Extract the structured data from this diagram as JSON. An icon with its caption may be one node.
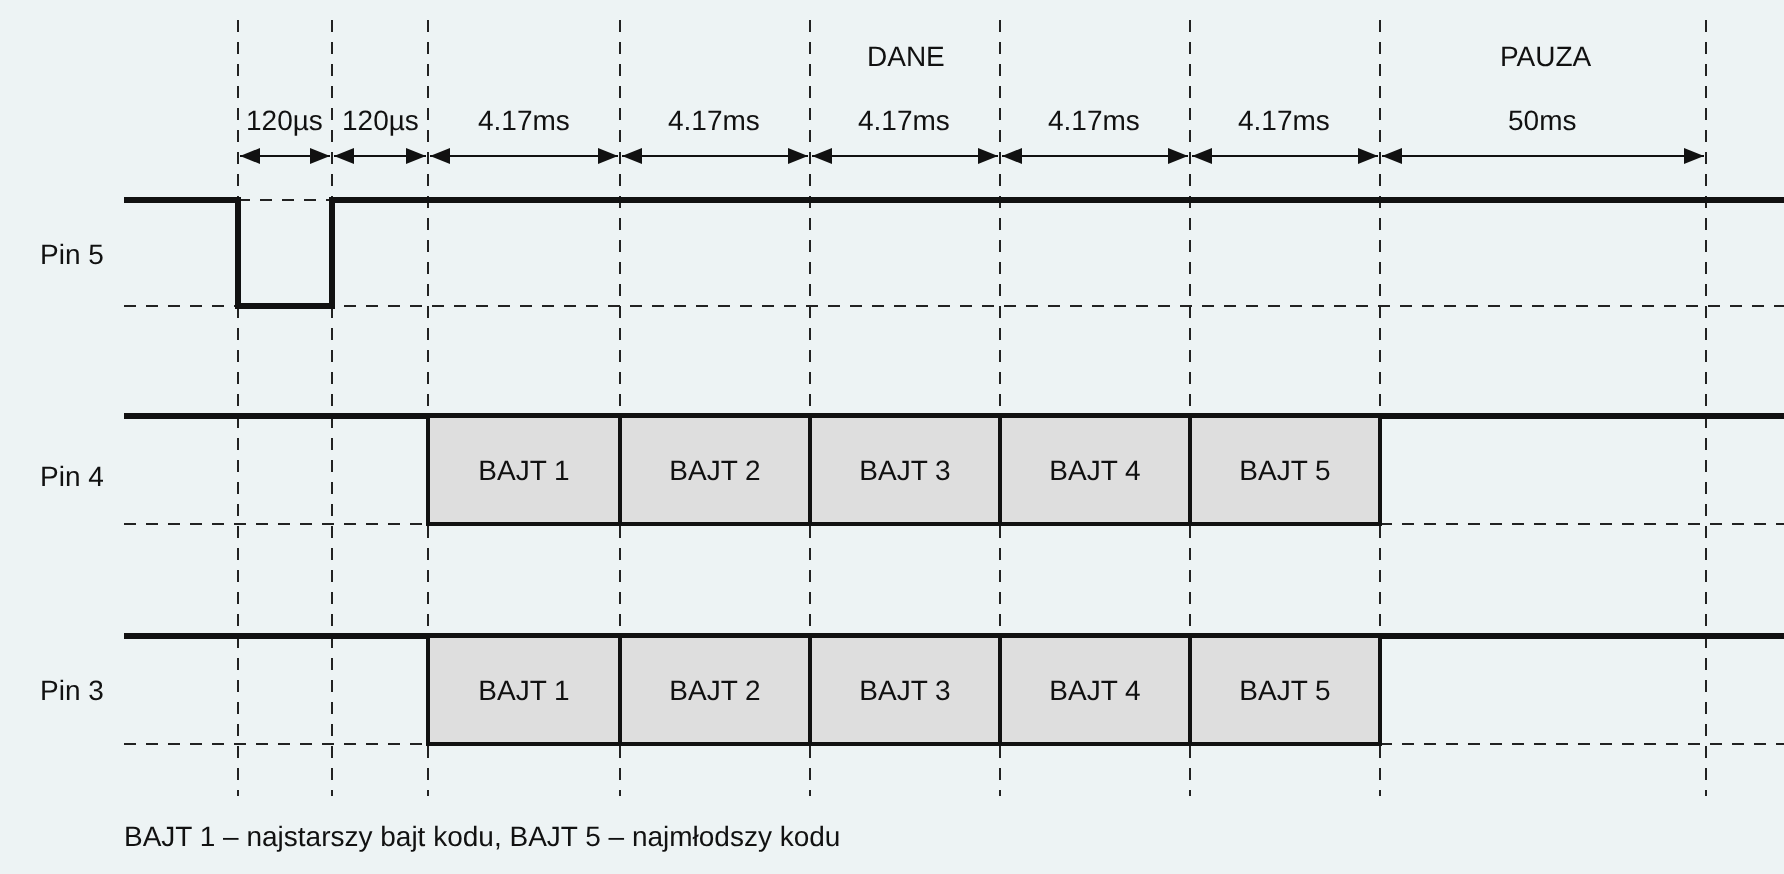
{
  "diagram": {
    "caption": "BAJT 1 – najstarszy bajt kodu, BAJT 5 – najmłodszy kodu",
    "nodes": [
      {
        "text": [
          "BAJT 1"
        ]
      },
      {
        "text": [
          "BAJT 2"
        ]
      },
      {
        "text": [
          "BAJT 3"
        ]
      },
      {
        "text": [
          "BAJT 4"
        ]
      },
      {
        "text": [
          "BAJT 5"
        ]
      },
      {
        "text": [
          "BAJT 1"
        ]
      },
      {
        "text": [
          "BAJT 2"
        ]
      },
      {
        "text": [
          "BAJT 3"
        ]
      },
      {
        "text": [
          "BAJT 4"
        ]
      },
      {
        "text": [
          "BAJT 5"
        ]
      }
    ],
    "edges": [],
    "labels": [
      "DANE",
      "PAUZA",
      "120µs",
      "120µs",
      "4.17ms",
      "4.17ms",
      "4.17ms",
      "4.17ms",
      "4.17ms",
      "50ms",
      "Pin 5",
      "Pin 4",
      "Pin 3"
    ]
  }
}
